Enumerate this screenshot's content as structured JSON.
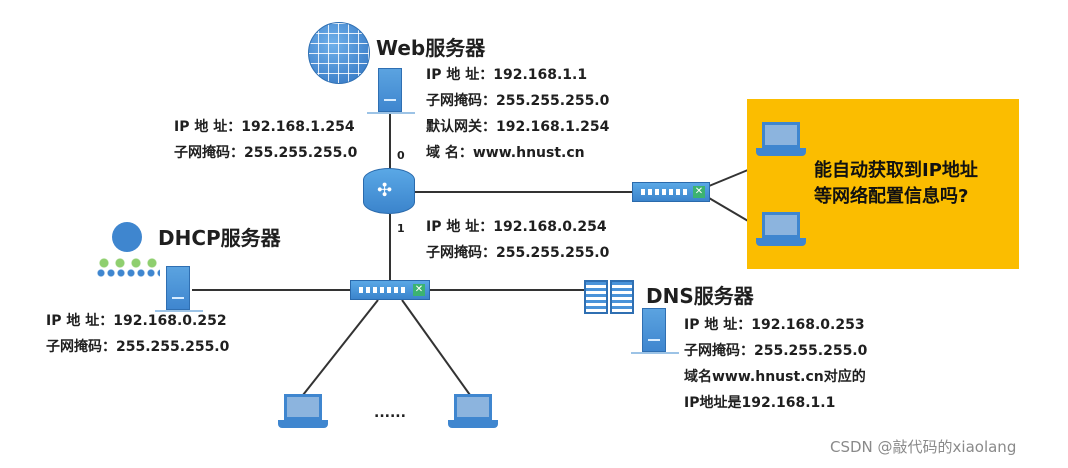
{
  "web_server": {
    "title": "Web服务器",
    "ip": "IP 地 址：192.168.1.1",
    "mask": "子网掩码：255.255.255.0",
    "gateway": "默认网关：192.168.1.254",
    "domain": "域 名：www.hnust.cn"
  },
  "router": {
    "port0": {
      "label": "0",
      "ip": "IP 地 址：192.168.1.254",
      "mask": "子网掩码：255.255.255.0"
    },
    "port1": {
      "label": "1",
      "ip": "IP 地 址：192.168.0.254",
      "mask": "子网掩码：255.255.255.0"
    }
  },
  "dhcp_server": {
    "title": "DHCP服务器",
    "ip": "IP 地 址：192.168.0.252",
    "mask": "子网掩码：255.255.255.0"
  },
  "dns_server": {
    "title": "DNS服务器",
    "ip": "IP 地 址：192.168.0.253",
    "mask": "子网掩码：255.255.255.0",
    "mapping_line1": "域名www.hnust.cn对应的",
    "mapping_line2": "IP地址是192.168.1.1"
  },
  "callout": {
    "line1": "能自动获取到IP地址",
    "line2": "等网络配置信息吗?",
    "color": "#fbbd00"
  },
  "ellipsis": "......",
  "watermark": "CSDN @敲代码的xiaolang",
  "colors": {
    "device": "#3f86cf",
    "link": "#333333"
  }
}
